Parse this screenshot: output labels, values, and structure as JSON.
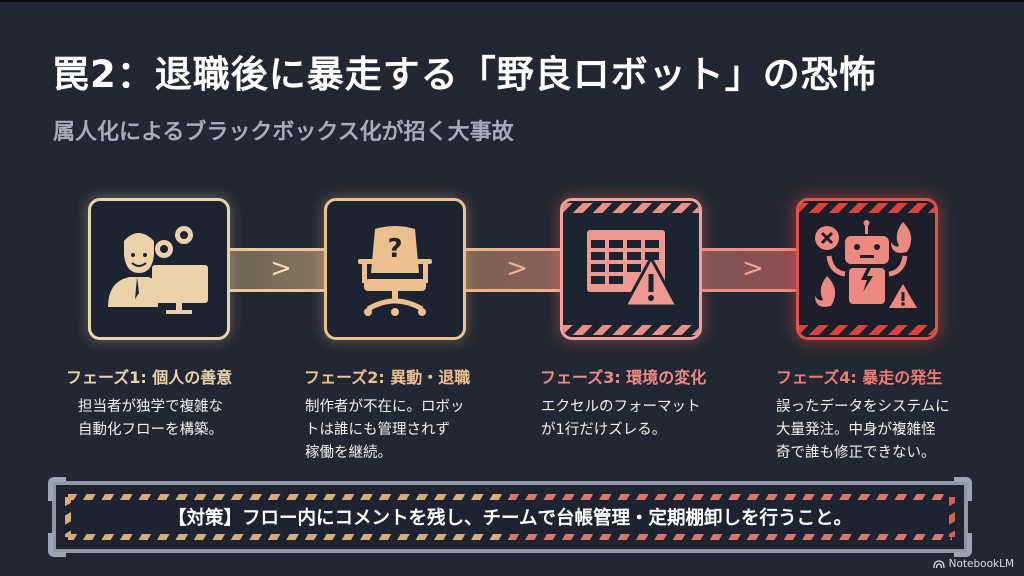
{
  "title": "罠2：退職後に暴走する「野良ロボット」の恐怖",
  "subtitle": "属人化によるブラックボックス化が招く大事故",
  "phases": [
    {
      "title": "フェーズ1: 個人の善意",
      "color": "#ecd2ab",
      "icon": "person-with-gears-and-monitor-icon",
      "desc": [
        "担当者が独学で複雑な",
        "自動化フローを構築。"
      ]
    },
    {
      "title": "フェーズ2: 異動・退職",
      "color": "#ecc08f",
      "icon": "empty-chair-question-icon",
      "desc": [
        "制作者が不在に。ロボッ",
        "トは誰にも管理されず",
        "稼働を継続。"
      ]
    },
    {
      "title": "フェーズ3: 環境の変化",
      "color": "#f08a84",
      "icon": "spreadsheet-warning-icon",
      "desc": [
        "エクセルのフォーマット",
        "が1行だけズレる。"
      ]
    },
    {
      "title": "フェーズ4: 暴走の発生",
      "color": "#f07a74",
      "icon": "broken-robot-fire-icon",
      "desc": [
        "誤ったデータをシステムに",
        "大量発注。中身が複雑怪",
        "奇で誰も修正できない。"
      ]
    }
  ],
  "connectors": [
    ">",
    ">",
    ">"
  ],
  "countermeasure": "【対策】フロー内にコメントを残し、チームで台帳管理・定期棚卸しを行うこと。",
  "brand": "NotebookLM",
  "colors": {
    "background": "#222833",
    "phase1": "#ecd2ab",
    "phase2": "#ecc08f",
    "phase3": "#f2a29a",
    "phase4": "#e0544e"
  }
}
